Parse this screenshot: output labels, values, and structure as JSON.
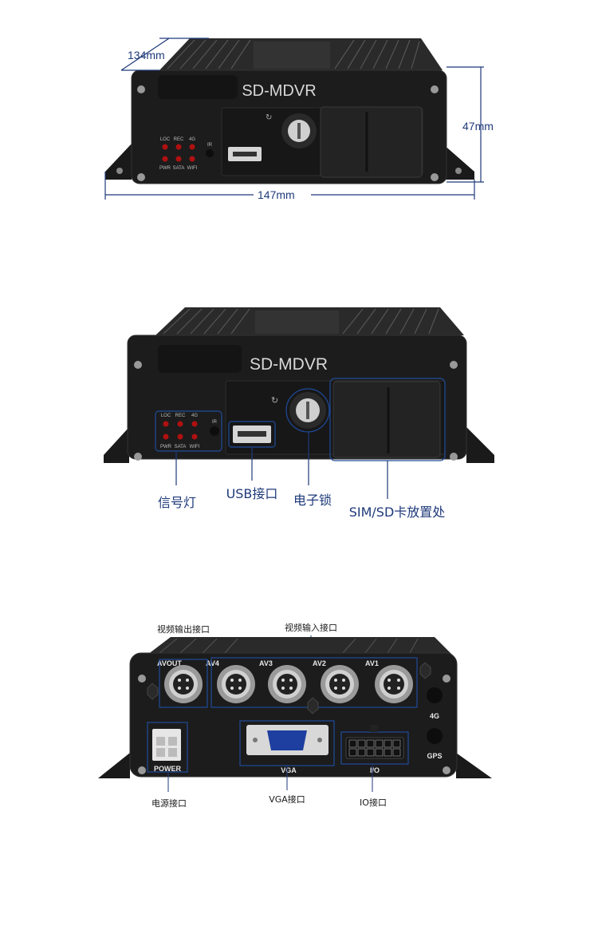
{
  "section1": {
    "brand": "SD-MDVR",
    "dims": {
      "depth": "134mm",
      "height": "47mm",
      "width": "147mm"
    },
    "led_top": [
      "LOC",
      "REC",
      "4G"
    ],
    "led_bottom": [
      "PWR",
      "SATA",
      "WIFI"
    ],
    "ir": "IR"
  },
  "section2": {
    "brand": "SD-MDVR",
    "led_top": [
      "LOC",
      "REC",
      "4G"
    ],
    "led_bottom": [
      "PWR",
      "SATA",
      "WIFI"
    ],
    "ir": "IR",
    "callouts": {
      "signal_lights": "信号灯",
      "usb": "USB接口",
      "lock": "电子锁",
      "sim_sd": "SIM/SD卡放置处"
    }
  },
  "section3": {
    "callouts": {
      "video_out": "视频输出接口",
      "video_in": "视频输入接口",
      "power": "电源接口",
      "vga": "VGA接口",
      "io": "IO接口"
    },
    "ports": {
      "avout": "AVOUT",
      "av4": "AV4",
      "av3": "AV3",
      "av2": "AV2",
      "av1": "AV1",
      "ant_4g": "4G",
      "gps": "GPS",
      "power": "POWER",
      "vga": "VGA",
      "io": "I/O"
    }
  },
  "colors": {
    "accent": "#1f3a7a",
    "device": "#1c1c1c",
    "led": "#b01010"
  }
}
